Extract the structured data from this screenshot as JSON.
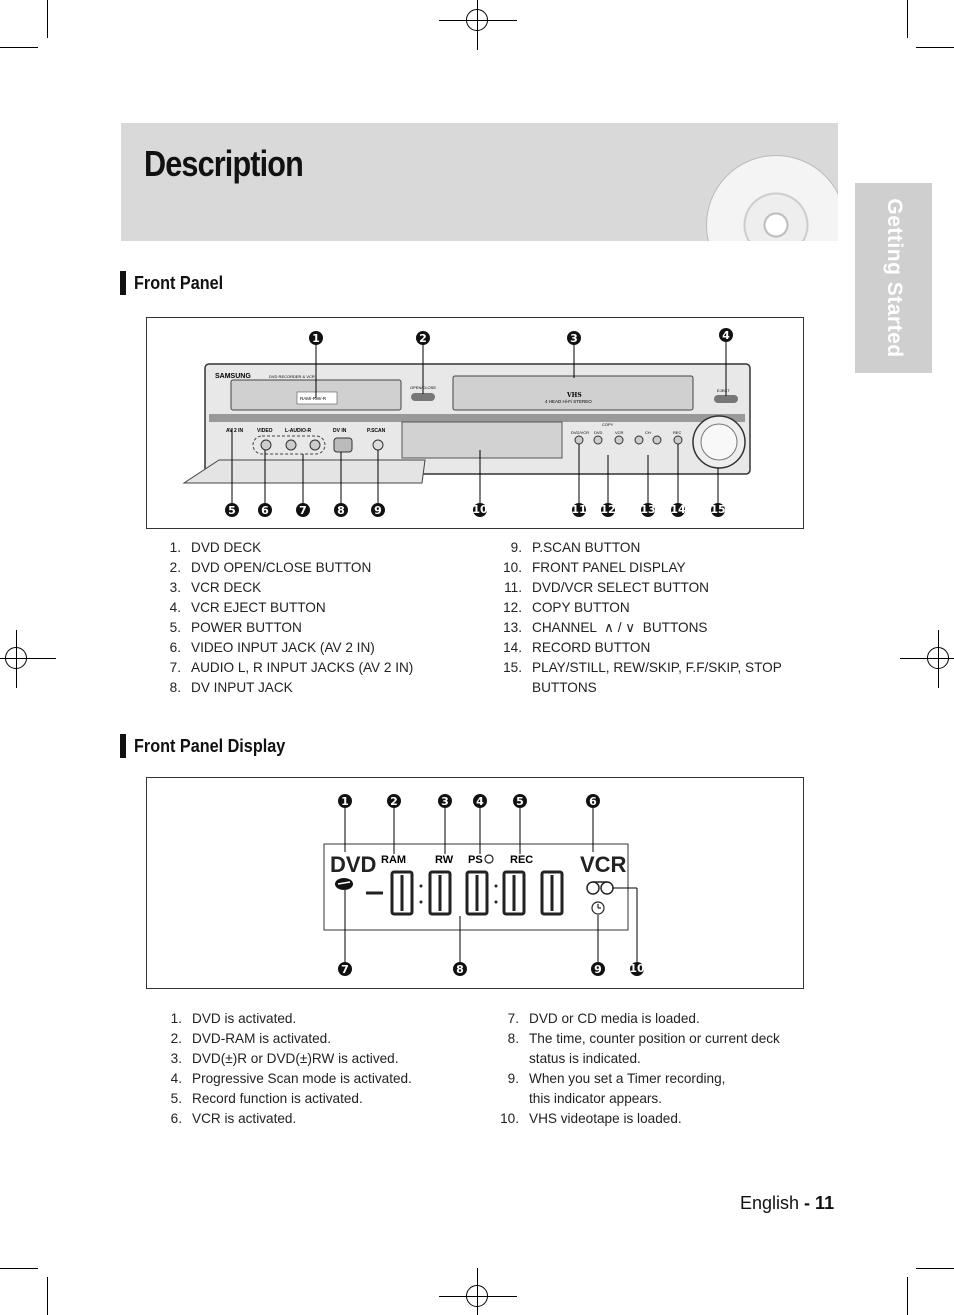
{
  "page": {
    "title": "Description",
    "side_tab": "Getting Started",
    "footer_lang": "English",
    "footer_sep": " - ",
    "footer_page": "11"
  },
  "front_panel": {
    "heading": "Front Panel",
    "device": {
      "brand": "SAMSUNG",
      "model_text": "DVD RECORDER & VCR",
      "ram_logo": "RAM/-RW/-R",
      "open_close": "OPEN/CLOSE",
      "vhs_logo": "VHS",
      "vcr_text": "4 HEAD Hi-Fi STEREO",
      "eject": "EJECT",
      "av2in": "AV 2 IN",
      "video": "VIDEO",
      "audio": "L-AUDIO-R",
      "dvin": "DV IN",
      "pscan": "P.SCAN",
      "select": "DVD/VCR",
      "copy_dvd": "DVD",
      "copy_vcr": "VCR",
      "copy_label": "COPY",
      "ch": "CH",
      "rec": "REC"
    },
    "callouts": [
      "1",
      "2",
      "3",
      "4",
      "5",
      "6",
      "7",
      "8",
      "9",
      "10",
      "11",
      "12",
      "13",
      "14",
      "15"
    ],
    "items": [
      {
        "n": "1.",
        "t": "DVD DECK"
      },
      {
        "n": "2.",
        "t": "DVD OPEN/CLOSE BUTTON"
      },
      {
        "n": "3.",
        "t": "VCR DECK"
      },
      {
        "n": "4.",
        "t": "VCR EJECT BUTTON"
      },
      {
        "n": "5.",
        "t": "POWER BUTTON"
      },
      {
        "n": "6.",
        "t": "VIDEO INPUT JACK (AV 2 IN)"
      },
      {
        "n": "7.",
        "t": "AUDIO L, R INPUT JACKS (AV 2 IN)"
      },
      {
        "n": "8.",
        "t": "DV INPUT JACK"
      }
    ],
    "items_right": [
      {
        "n": "9.",
        "t": "P.SCAN BUTTON"
      },
      {
        "n": "10.",
        "t": "FRONT PANEL DISPLAY"
      },
      {
        "n": "11.",
        "t": "DVD/VCR SELECT BUTTON"
      },
      {
        "n": "12.",
        "t": "COPY BUTTON"
      },
      {
        "n": "13.",
        "t": "CHANNEL  ∧ / ∨  BUTTONS"
      },
      {
        "n": "14.",
        "t": "RECORD BUTTON"
      },
      {
        "n": "15.",
        "t": "PLAY/STILL, REW/SKIP, F.F/SKIP, STOP"
      },
      {
        "n": "",
        "t": "BUTTONS"
      }
    ]
  },
  "front_display": {
    "heading": "Front Panel Display",
    "labels": {
      "dvd": "DVD",
      "ram": "RAM",
      "rw": "RW",
      "ps": "PS",
      "rec": "REC",
      "vcr": "VCR"
    },
    "callouts": [
      "1",
      "2",
      "3",
      "4",
      "5",
      "6",
      "7",
      "8",
      "9",
      "10"
    ],
    "items": [
      {
        "n": "1.",
        "t": "DVD is activated."
      },
      {
        "n": "2.",
        "t": "DVD-RAM is activated."
      },
      {
        "n": "3.",
        "t": "DVD(±)R or DVD(±)RW is actived."
      },
      {
        "n": "4.",
        "t": "Progressive Scan mode is activated."
      },
      {
        "n": "5.",
        "t": "Record function is activated."
      },
      {
        "n": "6.",
        "t": "VCR is activated."
      }
    ],
    "items_right": [
      {
        "n": "7.",
        "t": "DVD or CD media is loaded."
      },
      {
        "n": "8.",
        "t": "The time, counter position or current deck"
      },
      {
        "n": "",
        "t": "status is indicated."
      },
      {
        "n": "9.",
        "t": "When you set a Timer recording,"
      },
      {
        "n": "",
        "t": "this indicator appears."
      },
      {
        "n": "10.",
        "t": "VHS videotape is loaded."
      }
    ]
  }
}
